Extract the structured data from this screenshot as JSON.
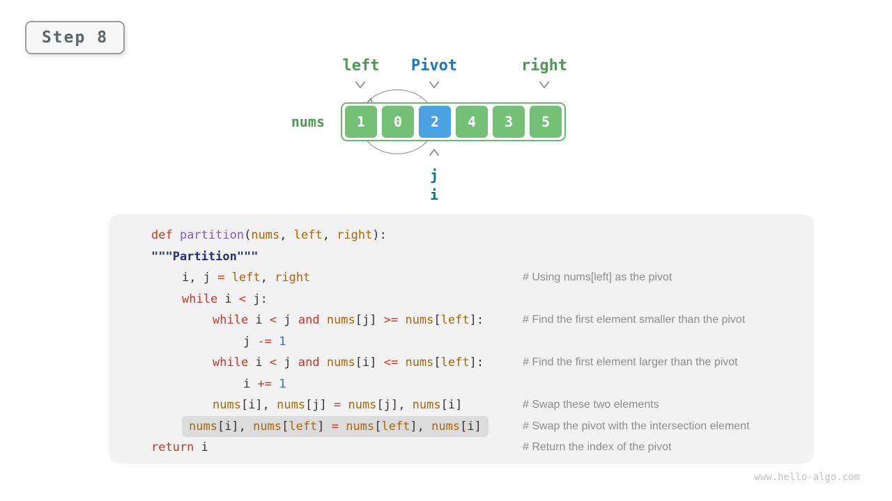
{
  "step_badge": {
    "label": "Step 8"
  },
  "diagram": {
    "pointer_labels": {
      "left": "left",
      "pivot": "Pivot",
      "right": "right"
    },
    "nums_label": "nums",
    "array": {
      "values": [
        "1",
        "0",
        "2",
        "4",
        "3",
        "5"
      ],
      "pivot_index": 2
    },
    "bottom_pointers": [
      "j",
      "i"
    ]
  },
  "code": {
    "lines": [
      {
        "indent": 0,
        "highlight": false,
        "comment": "",
        "tokens": [
          {
            "t": "def ",
            "c": "kw"
          },
          {
            "t": "partition",
            "c": "fn"
          },
          {
            "t": "(",
            "c": "p"
          },
          {
            "t": "nums",
            "c": "var"
          },
          {
            "t": ", ",
            "c": "p"
          },
          {
            "t": "left",
            "c": "var"
          },
          {
            "t": ", ",
            "c": "p"
          },
          {
            "t": "right",
            "c": "var"
          },
          {
            "t": "):",
            "c": "p"
          }
        ]
      },
      {
        "indent": 0,
        "highlight": false,
        "comment": "",
        "tokens": [
          {
            "t": "\"\"\"Partition\"\"\"",
            "c": "doc"
          }
        ]
      },
      {
        "indent": 1,
        "highlight": false,
        "comment": "# Using nums[left] as the pivot",
        "tokens": [
          {
            "t": "i, j ",
            "c": "p"
          },
          {
            "t": "= ",
            "c": "kw"
          },
          {
            "t": "left",
            "c": "var"
          },
          {
            "t": ", ",
            "c": "p"
          },
          {
            "t": "right",
            "c": "var"
          }
        ]
      },
      {
        "indent": 1,
        "highlight": false,
        "comment": "",
        "tokens": [
          {
            "t": "while ",
            "c": "kw"
          },
          {
            "t": "i ",
            "c": "p"
          },
          {
            "t": "< ",
            "c": "kw"
          },
          {
            "t": "j:",
            "c": "p"
          }
        ]
      },
      {
        "indent": 2,
        "highlight": false,
        "comment": "# Find the first element smaller than the pivot",
        "tokens": [
          {
            "t": "while ",
            "c": "kw"
          },
          {
            "t": "i ",
            "c": "p"
          },
          {
            "t": "< ",
            "c": "kw"
          },
          {
            "t": "j ",
            "c": "p"
          },
          {
            "t": "and ",
            "c": "kw"
          },
          {
            "t": "nums",
            "c": "var"
          },
          {
            "t": "[j] ",
            "c": "p"
          },
          {
            "t": ">= ",
            "c": "kw"
          },
          {
            "t": "nums",
            "c": "var"
          },
          {
            "t": "[",
            "c": "p"
          },
          {
            "t": "left",
            "c": "var"
          },
          {
            "t": "]:",
            "c": "p"
          }
        ]
      },
      {
        "indent": 3,
        "highlight": false,
        "comment": "",
        "tokens": [
          {
            "t": "j ",
            "c": "p"
          },
          {
            "t": "-= ",
            "c": "kw"
          },
          {
            "t": "1",
            "c": "num"
          }
        ]
      },
      {
        "indent": 2,
        "highlight": false,
        "comment": "# Find the first element larger than the pivot",
        "tokens": [
          {
            "t": "while ",
            "c": "kw"
          },
          {
            "t": "i ",
            "c": "p"
          },
          {
            "t": "< ",
            "c": "kw"
          },
          {
            "t": "j ",
            "c": "p"
          },
          {
            "t": "and ",
            "c": "kw"
          },
          {
            "t": "nums",
            "c": "var"
          },
          {
            "t": "[i] ",
            "c": "p"
          },
          {
            "t": "<= ",
            "c": "kw"
          },
          {
            "t": "nums",
            "c": "var"
          },
          {
            "t": "[",
            "c": "p"
          },
          {
            "t": "left",
            "c": "var"
          },
          {
            "t": "]:",
            "c": "p"
          }
        ]
      },
      {
        "indent": 3,
        "highlight": false,
        "comment": "",
        "tokens": [
          {
            "t": "i ",
            "c": "p"
          },
          {
            "t": "+= ",
            "c": "kw"
          },
          {
            "t": "1",
            "c": "num"
          }
        ]
      },
      {
        "indent": 2,
        "highlight": false,
        "comment": "# Swap these two elements",
        "tokens": [
          {
            "t": "nums",
            "c": "var"
          },
          {
            "t": "[i], ",
            "c": "p"
          },
          {
            "t": "nums",
            "c": "var"
          },
          {
            "t": "[j] ",
            "c": "p"
          },
          {
            "t": "= ",
            "c": "kw"
          },
          {
            "t": "nums",
            "c": "var"
          },
          {
            "t": "[j], ",
            "c": "p"
          },
          {
            "t": "nums",
            "c": "var"
          },
          {
            "t": "[i]",
            "c": "p"
          }
        ]
      },
      {
        "indent": 1,
        "highlight": true,
        "comment": "# Swap the pivot with the intersection element",
        "tokens": [
          {
            "t": "nums",
            "c": "var"
          },
          {
            "t": "[i], ",
            "c": "p"
          },
          {
            "t": "nums",
            "c": "var"
          },
          {
            "t": "[",
            "c": "p"
          },
          {
            "t": "left",
            "c": "var"
          },
          {
            "t": "] ",
            "c": "p"
          },
          {
            "t": "= ",
            "c": "kw"
          },
          {
            "t": "nums",
            "c": "var"
          },
          {
            "t": "[",
            "c": "p"
          },
          {
            "t": "left",
            "c": "var"
          },
          {
            "t": "], ",
            "c": "p"
          },
          {
            "t": "nums",
            "c": "var"
          },
          {
            "t": "[i]",
            "c": "p"
          }
        ]
      },
      {
        "indent": 0,
        "highlight": false,
        "comment": "# Return the index of the pivot",
        "tokens": [
          {
            "t": "return ",
            "c": "kw"
          },
          {
            "t": "i",
            "c": "p"
          }
        ]
      }
    ]
  },
  "colors": {
    "cell_green": "#74c077",
    "cell_blue": "#4ba2e3",
    "array_border": "#68b96c",
    "label_green": "#4e9a52",
    "label_blue": "#1a78c2",
    "pointer_teal": "#0d7285",
    "arrow_gray": "#8a8a8a",
    "code_bg": "#f2f2f3",
    "highlight_bg": "#dcdcdc",
    "kw": "#cc3529",
    "fn": "#7a5cc5",
    "var": "#aa6708",
    "num": "#2d72c8",
    "plain": "#333333",
    "doc": "#2d2d6e",
    "comment": "#8d8d8d",
    "badge_text": "#5f6368",
    "badge_border": "#9c9c9c",
    "watermark": "#c4c4c4"
  },
  "watermark": "www.hello-algo.com"
}
